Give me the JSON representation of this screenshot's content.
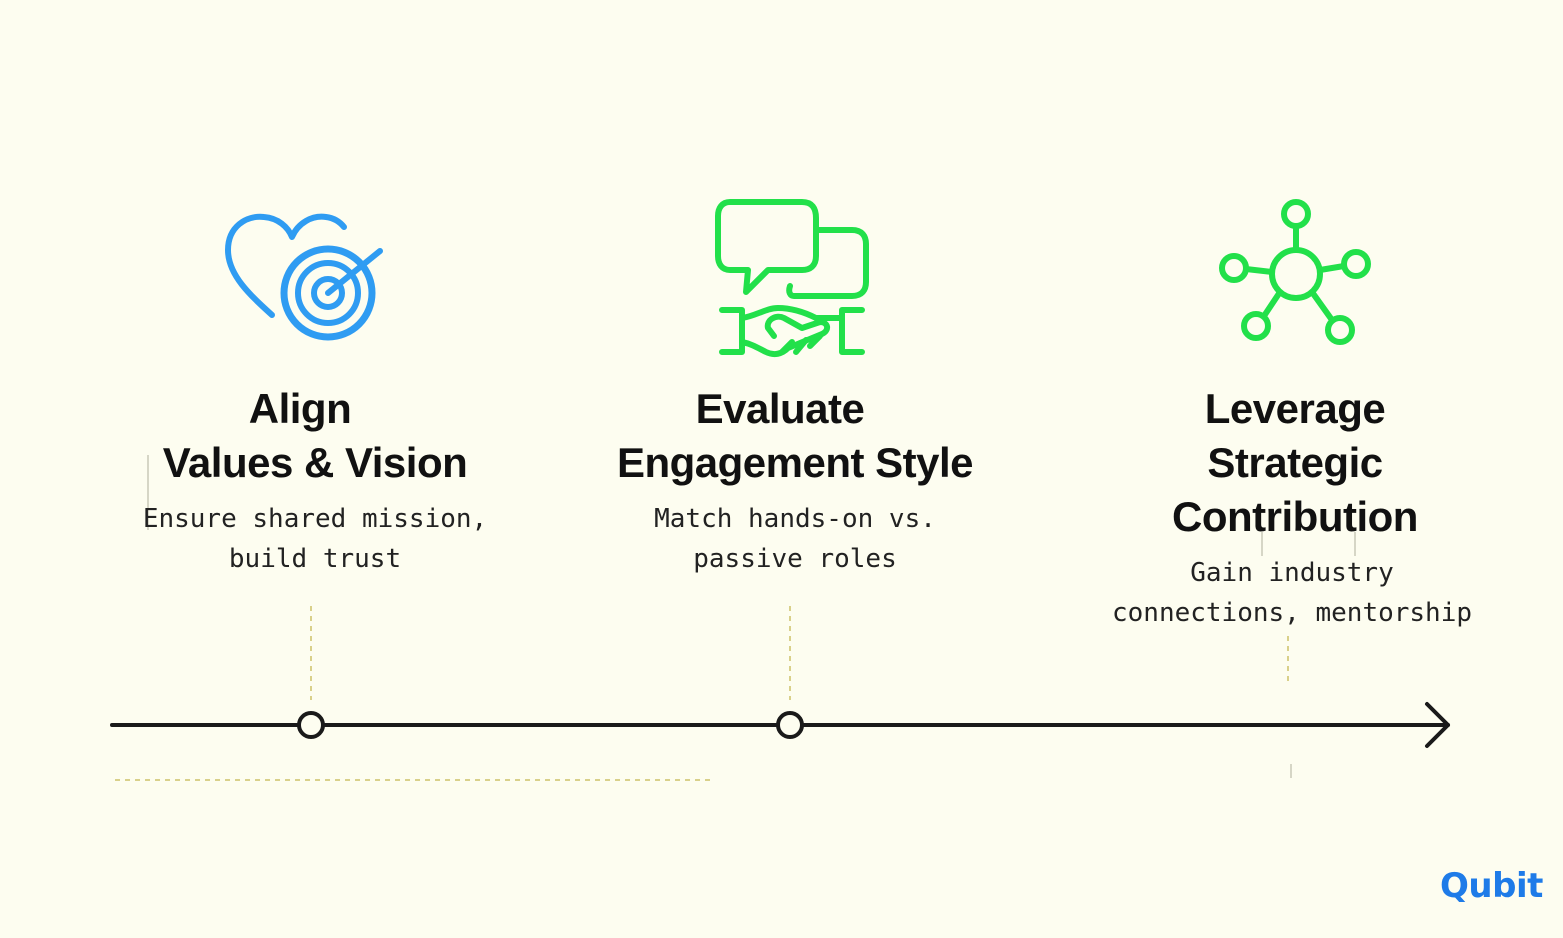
{
  "steps": [
    {
      "title_lines": [
        "Align",
        "Values & Vision"
      ],
      "desc_lines": [
        "Ensure shared mission,",
        "build trust"
      ],
      "icon": "heart-target-icon",
      "color": "#2f9cf2"
    },
    {
      "title_lines": [
        "Evaluate",
        "Engagement Style"
      ],
      "desc_lines": [
        "Match hands-on vs.",
        "passive roles"
      ],
      "icon": "chat-handshake-icon",
      "color": "#22e04a"
    },
    {
      "title_lines": [
        "Leverage",
        "Strategic",
        "Contribution"
      ],
      "desc_lines": [
        "Gain industry",
        "connections, mentorship"
      ],
      "icon": "network-hub-icon",
      "color": "#22e04a"
    }
  ],
  "timeline": {
    "color": "#1a1a1a",
    "guide_color": "#d9d08a"
  },
  "brand": {
    "logo_text": "Qubit",
    "accent": "#1e7be8",
    "dot_color": "#f39a1a"
  }
}
